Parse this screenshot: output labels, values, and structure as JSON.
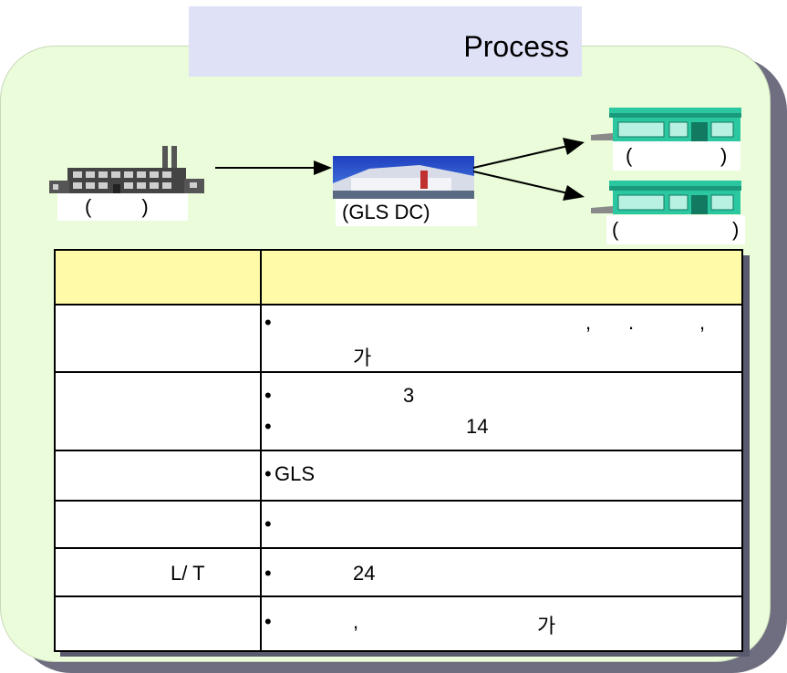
{
  "title": "Process",
  "flow": {
    "factory_label": "(         )",
    "dc_label": "(GLS DC)",
    "store_top_label_open": "(",
    "store_top_label_close": ")",
    "store_bottom_label_open": "(",
    "store_bottom_label_close": ")"
  },
  "table": {
    "rows": [
      {
        "label": "",
        "lines": []
      },
      {
        "label": "",
        "lines": [
          {
            "bullet": "•",
            "parts": [
              ",",
              ".",
              ","
            ]
          },
          {
            "bullet": "",
            "parts": [
              "가"
            ]
          }
        ]
      },
      {
        "label": "",
        "lines": [
          {
            "bullet": "•",
            "parts": [
              "3"
            ]
          },
          {
            "bullet": "•",
            "parts": [
              "14"
            ]
          }
        ]
      },
      {
        "label": "",
        "lines": [
          {
            "bullet": "•",
            "parts": [
              "GLS"
            ]
          }
        ]
      },
      {
        "label": "",
        "lines": [
          {
            "bullet": "•",
            "parts": []
          }
        ]
      },
      {
        "label": "L/ T",
        "lines": [
          {
            "bullet": "•",
            "parts": [
              "24"
            ]
          }
        ]
      },
      {
        "label": "",
        "lines": [
          {
            "bullet": "•",
            "parts": [
              ",",
              "가"
            ]
          }
        ]
      }
    ]
  },
  "colors": {
    "panel_bg": "#eafcd9",
    "title_bg": "#dfe1f7",
    "table_header_bg": "#fffaa8",
    "store_teal": "#2bc7a0"
  },
  "icons": [
    "factory-icon",
    "distribution-center-image",
    "store-icon"
  ]
}
